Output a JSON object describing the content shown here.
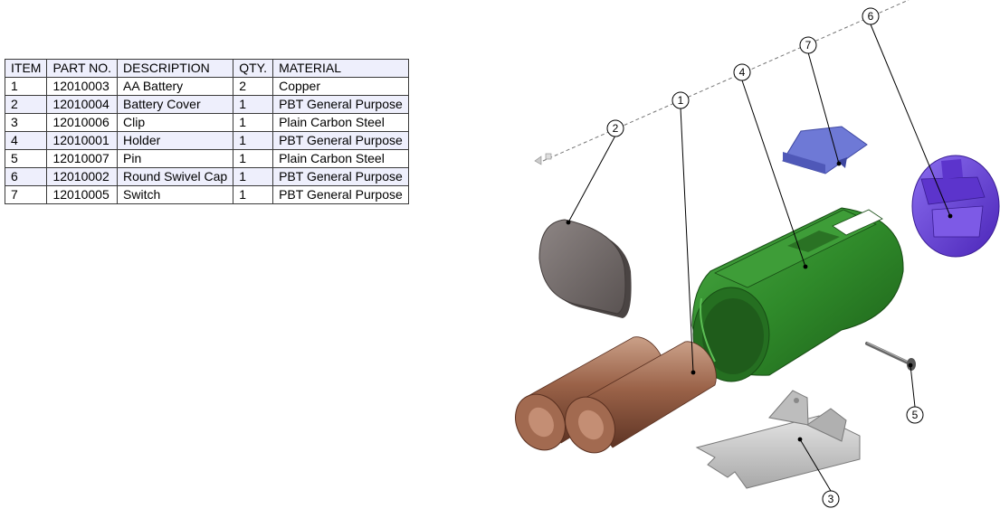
{
  "bom": {
    "headers": [
      "ITEM",
      "PART NO.",
      "DESCRIPTION",
      "QTY.",
      "MATERIAL"
    ],
    "rows": [
      [
        "1",
        "12010003",
        "AA Battery",
        "2",
        "Copper"
      ],
      [
        "2",
        "12010004",
        "Battery Cover",
        "1",
        "PBT General Purpose"
      ],
      [
        "3",
        "12010006",
        "Clip",
        "1",
        "Plain Carbon Steel"
      ],
      [
        "4",
        "12010001",
        "Holder",
        "1",
        "PBT General Purpose"
      ],
      [
        "5",
        "12010007",
        "Pin",
        "1",
        "Plain Carbon Steel"
      ],
      [
        "6",
        "12010002",
        "Round Swivel Cap",
        "1",
        "PBT General Purpose"
      ],
      [
        "7",
        "12010005",
        "Switch",
        "1",
        "PBT General Purpose"
      ]
    ]
  },
  "balloons": [
    "1",
    "2",
    "3",
    "4",
    "5",
    "6",
    "7"
  ],
  "colors": {
    "battery": "#9a6248",
    "battery_cover": "#6e6664",
    "clip": "#c8c8c8",
    "holder": "#2f8a2a",
    "pin": "#777777",
    "swivel_cap": "#6a40d8",
    "switch": "#6e79d6",
    "table_shade": "#eeeffc"
  }
}
